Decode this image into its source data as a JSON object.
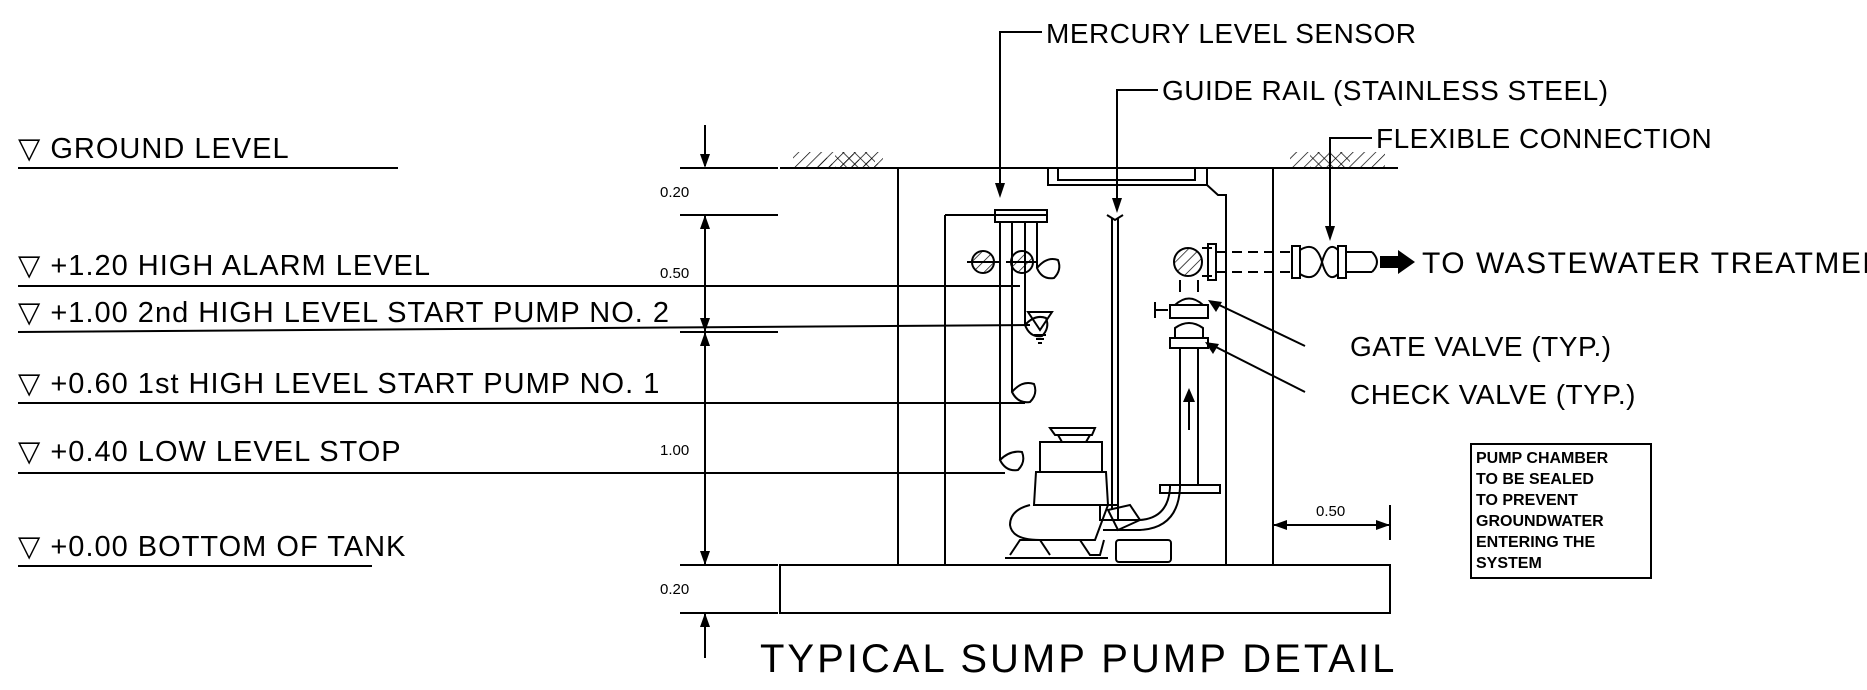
{
  "levels": [
    {
      "symbol": "▽",
      "text": "GROUND LEVEL"
    },
    {
      "symbol": "▽",
      "text": "+1.20 HIGH ALARM LEVEL"
    },
    {
      "symbol": "▽",
      "text": "+1.00 2nd HIGH LEVEL START PUMP NO. 2"
    },
    {
      "symbol": "▽",
      "text": "+0.60 1st HIGH LEVEL START PUMP NO. 1"
    },
    {
      "symbol": "▽",
      "text": "+0.40 LOW LEVEL STOP"
    },
    {
      "symbol": "▽",
      "text": "+0.00 BOTTOM OF TANK"
    }
  ],
  "dimensions": {
    "top_slab": "0.20",
    "upper": "0.50",
    "main": "1.00",
    "bottom_slab": "0.20",
    "wall_offset": "0.50"
  },
  "callouts": {
    "sensor": "MERCURY LEVEL SENSOR",
    "guide_rail": "GUIDE RAIL (STAINLESS STEEL)",
    "flex": "FLEXIBLE CONNECTION",
    "outlet": "TO WASTEWATER TREATMENT",
    "gate_valve": "GATE VALVE (TYP.)",
    "check_valve": "CHECK VALVE (TYP.)"
  },
  "note_lines": [
    "PUMP CHAMBER",
    "TO BE SEALED",
    "TO PREVENT",
    "GROUNDWATER",
    "ENTERING THE",
    "SYSTEM"
  ],
  "title": "TYPICAL SUMP PUMP DETAIL"
}
